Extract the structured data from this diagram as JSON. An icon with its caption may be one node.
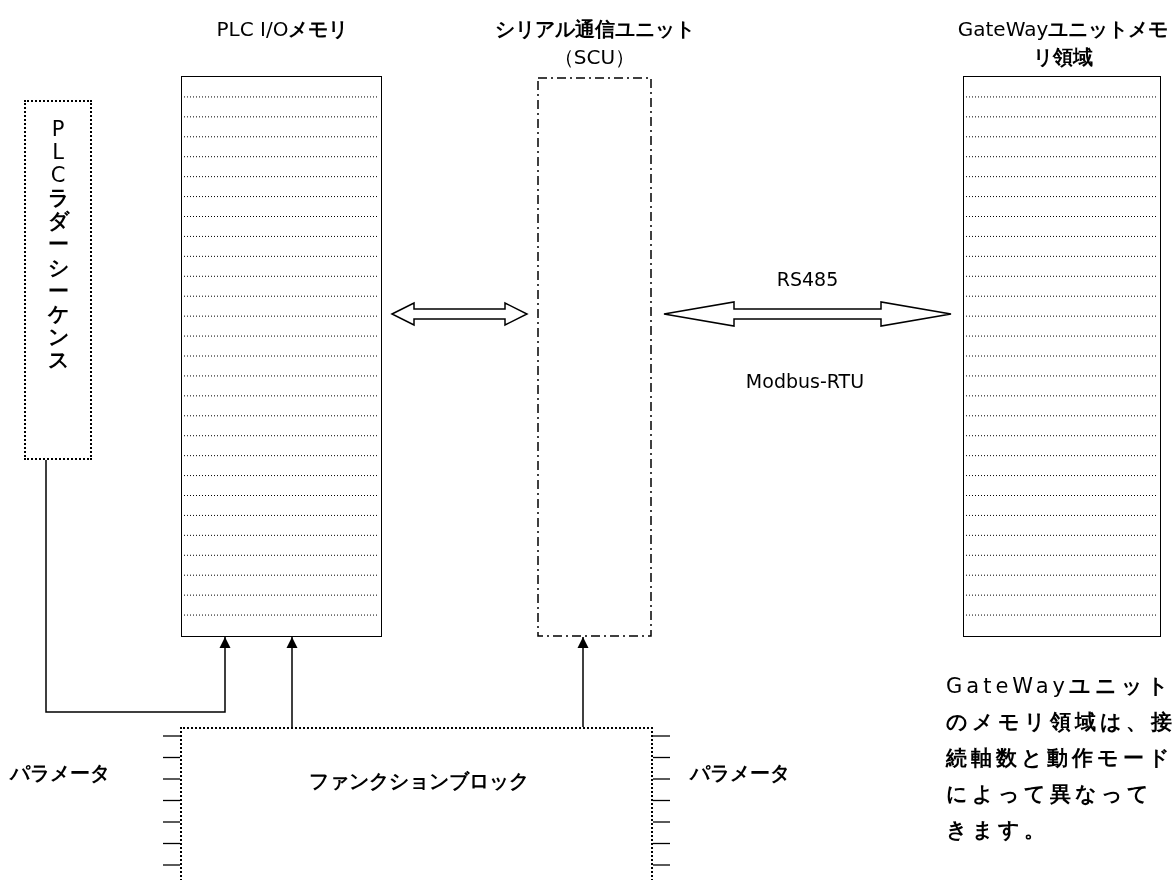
{
  "diagram": {
    "nodes": [
      {
        "text": [
          "PLC**ラダーシーケンス**"
        ]
      },
      {
        "text": [
          "PLC I/O**メモリ**"
        ]
      },
      {
        "text": [
          "シリアル通信ユニット",
          "（SCU）"
        ]
      },
      {
        "text": [
          "GateWay**ユニットメモリ領域**"
        ]
      },
      {
        "text": [
          "ファンクションブロック"
        ],
        "beside": [
          "パラメータ",
          "パラメータ"
        ]
      }
    ],
    "edges": [
      {
        "from": 1,
        "to": 2,
        "arrow": "both"
      },
      {
        "from": 2,
        "to": 3,
        "arrow": "both",
        "label": "RS485"
      },
      {
        "from": 0,
        "to": 1,
        "arrow": "to"
      },
      {
        "from": 4,
        "to": 1,
        "arrow": "to"
      },
      {
        "from": 4,
        "to": 2,
        "arrow": "to"
      }
    ],
    "labels": [
      "Modbus-RTU",
      "GateWay**ユニットのメモリ領域は、接続軸数と動作モードによって異なってきます。**"
    ]
  }
}
